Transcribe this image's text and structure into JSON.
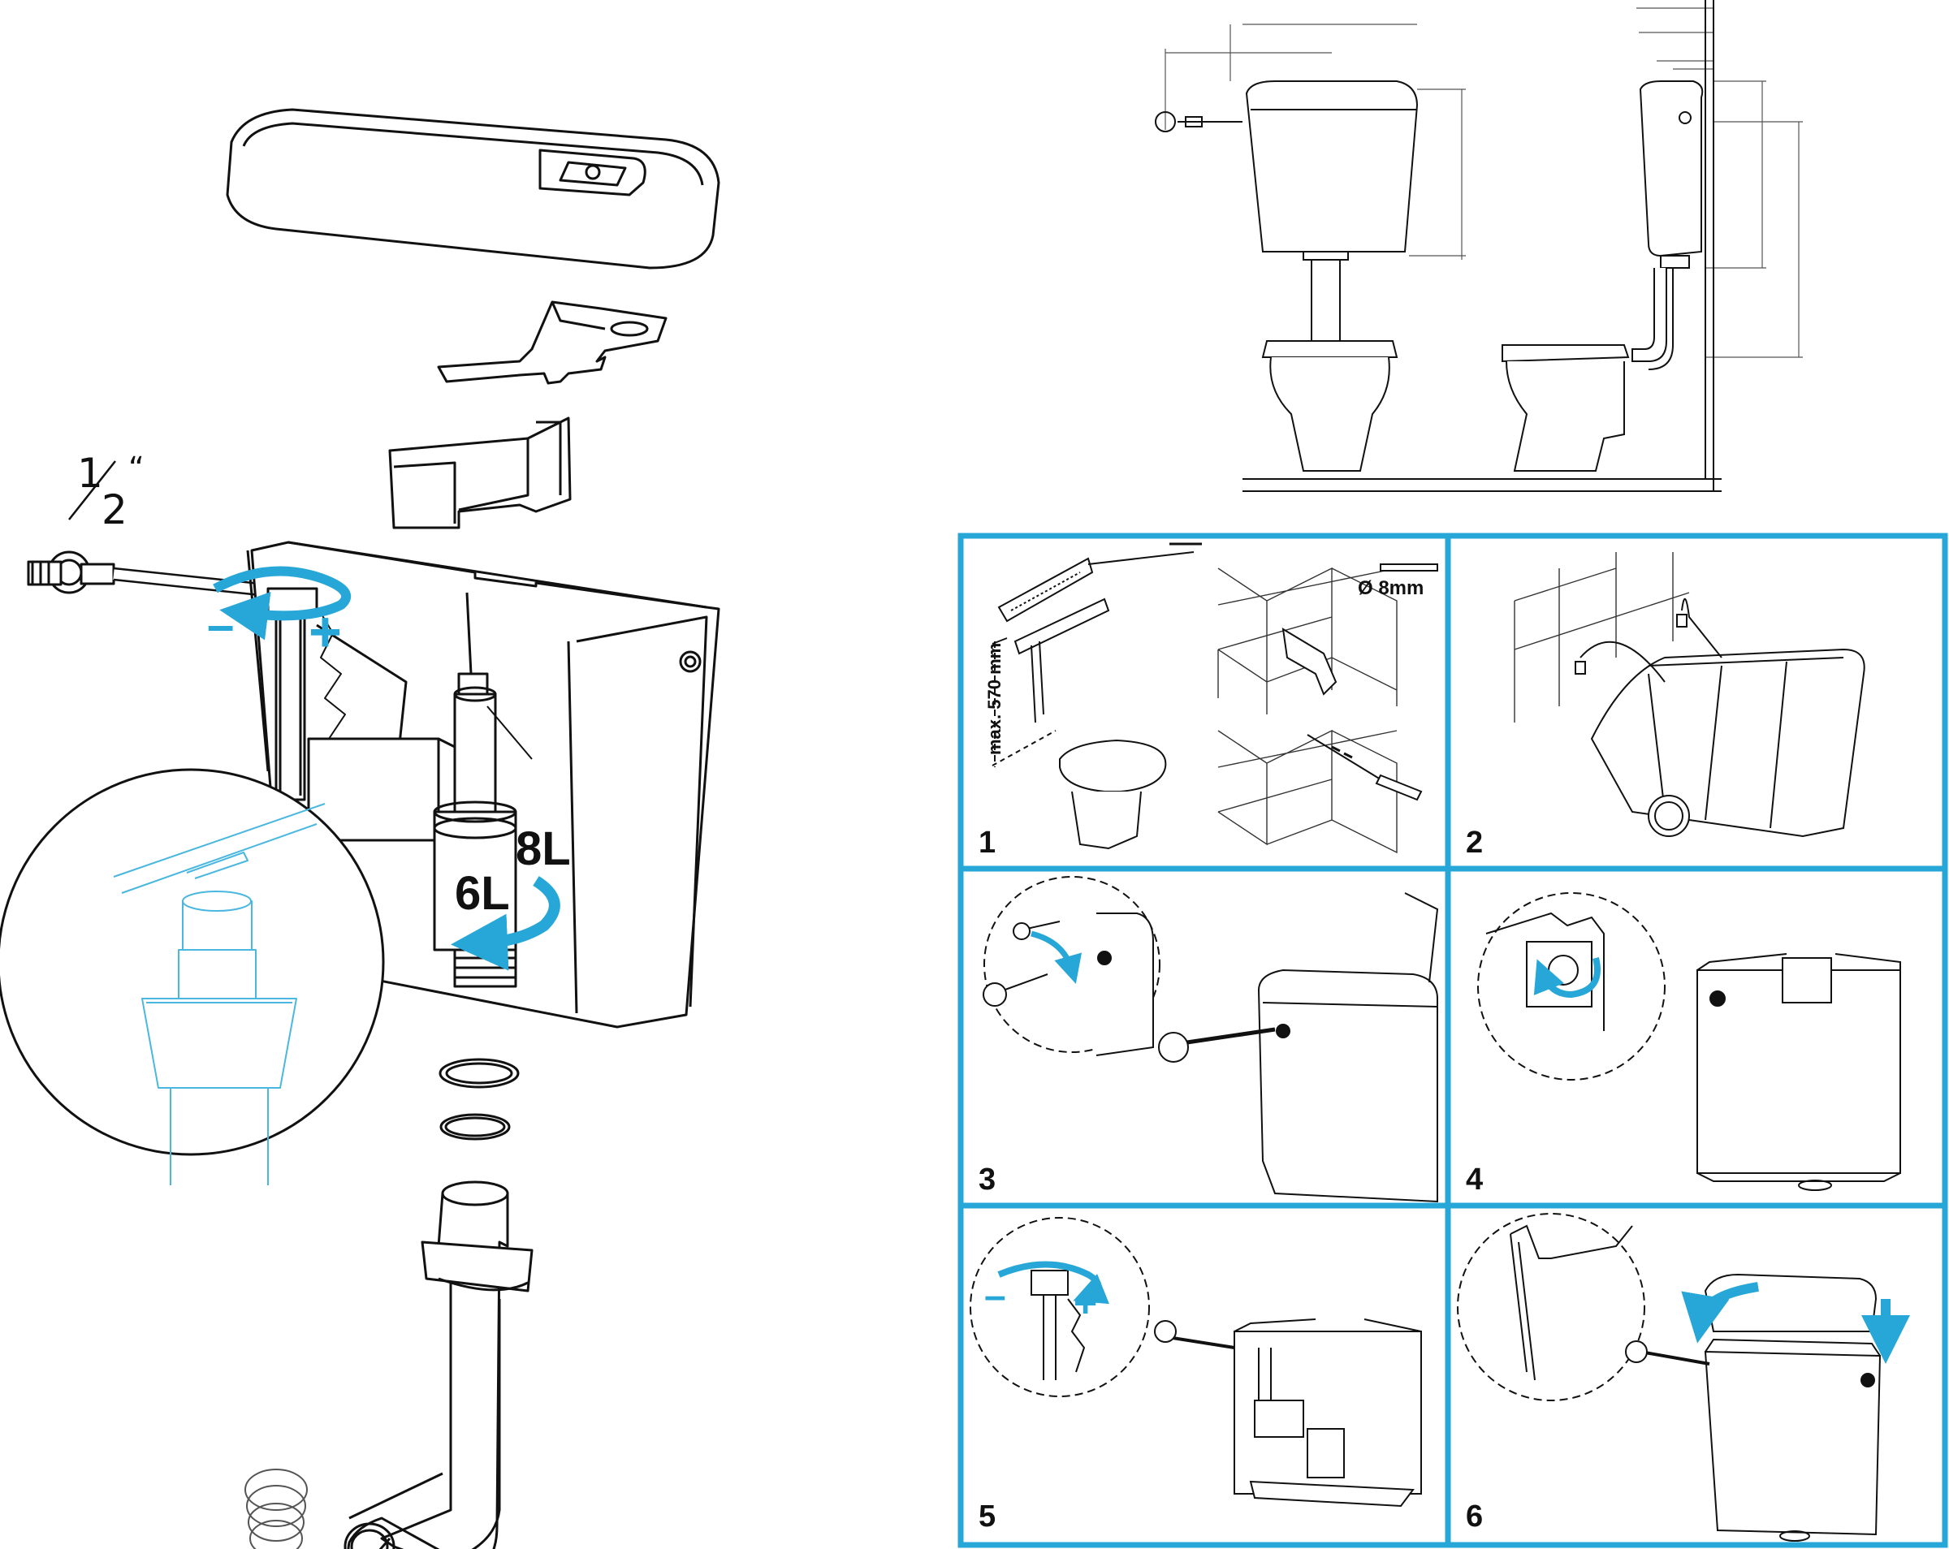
{
  "exploded_view": {
    "pipe_size_num": "1",
    "pipe_size_den": "2",
    "pipe_size_unit": "“",
    "minus_sign": "–",
    "plus_sign": "+",
    "volume_large": "8L",
    "volume_small": "6L"
  },
  "steps": [
    {
      "number": "1",
      "height_label": "max. 570 mm",
      "drill_label": "Ø 8mm"
    },
    {
      "number": "2"
    },
    {
      "number": "3"
    },
    {
      "number": "4"
    },
    {
      "number": "5",
      "minus_sign": "–",
      "plus_sign": "+"
    },
    {
      "number": "6"
    }
  ],
  "colors": {
    "accent": "#27a7d8",
    "line": "#111111",
    "panel_border": "#27a7d8"
  },
  "icons": [
    "rotate-arrow-icon",
    "down-arrow-icon",
    "curved-arrow-icon"
  ]
}
